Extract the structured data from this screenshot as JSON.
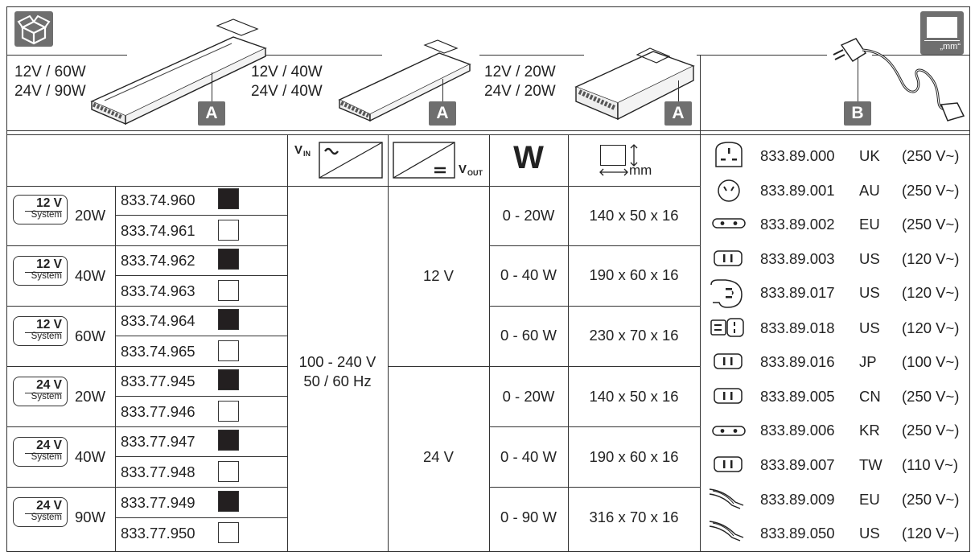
{
  "header": {
    "products": [
      {
        "line1": "12V / 60W",
        "line2": "24V / 90W",
        "letter": "A"
      },
      {
        "line1": "12V / 40W",
        "line2": "24V / 40W",
        "letter": "A"
      },
      {
        "line1": "12V / 20W",
        "line2": "24V / 20W",
        "letter": "A"
      },
      {
        "letter": "B"
      }
    ],
    "mm_badge": "„mm“"
  },
  "columns": {
    "vin": "V",
    "vin_sub": "IN",
    "vout": "V",
    "vout_sub": "OUT",
    "watt": "W",
    "mm": "mm"
  },
  "table": {
    "input": {
      "line1": "100 - 240 V",
      "line2": "50 / 60 Hz"
    },
    "groups": [
      {
        "system_v": "12 V",
        "system": "System",
        "watt": "20W",
        "codes": [
          "833.74.960",
          "833.74.961"
        ]
      },
      {
        "system_v": "12 V",
        "system": "System",
        "watt": "40W",
        "codes": [
          "833.74.962",
          "833.74.963"
        ]
      },
      {
        "system_v": "12 V",
        "system": "System",
        "watt": "60W",
        "codes": [
          "833.74.964",
          "833.74.965"
        ]
      },
      {
        "system_v": "24 V",
        "system": "System",
        "watt": "20W",
        "codes": [
          "833.77.945",
          "833.77.946"
        ]
      },
      {
        "system_v": "24 V",
        "system": "System",
        "watt": "40W",
        "codes": [
          "833.77.947",
          "833.77.948"
        ]
      },
      {
        "system_v": "24 V",
        "system": "System",
        "watt": "90W",
        "codes": [
          "833.77.949",
          "833.77.950"
        ]
      }
    ],
    "vout": [
      "12 V",
      "24 V"
    ],
    "specs": [
      {
        "range": "0 - 20W",
        "dims": "140 x 50 x 16"
      },
      {
        "range": "0 - 40 W",
        "dims": "190 x 60 x 16"
      },
      {
        "range": "0 - 60 W",
        "dims": "230 x 70 x 16"
      },
      {
        "range": "0 - 20W",
        "dims": "140 x 50 x 16"
      },
      {
        "range": "0 - 40 W",
        "dims": "190 x 60 x 16"
      },
      {
        "range": "0 - 90 W",
        "dims": "316 x 70 x 16"
      }
    ]
  },
  "cables": [
    {
      "icon": "uk-plug-icon",
      "code": "833.89.000",
      "region": "UK",
      "voltage": "(250 V~)"
    },
    {
      "icon": "au-plug-icon",
      "code": "833.89.001",
      "region": "AU",
      "voltage": "(250 V~)"
    },
    {
      "icon": "eu-plug-icon",
      "code": "833.89.002",
      "region": "EU",
      "voltage": "(250 V~)"
    },
    {
      "icon": "us-plug-icon",
      "code": "833.89.003",
      "region": "US",
      "voltage": "(120 V~)"
    },
    {
      "icon": "us-grounded-plug-icon",
      "code": "833.89.017",
      "region": "US",
      "voltage": "(120 V~)"
    },
    {
      "icon": "us-side-plug-icon",
      "code": "833.89.018",
      "region": "US",
      "voltage": "(120 V~)"
    },
    {
      "icon": "jp-plug-icon",
      "code": "833.89.016",
      "region": "JP",
      "voltage": "(100 V~)"
    },
    {
      "icon": "cn-plug-icon",
      "code": "833.89.005",
      "region": "CN",
      "voltage": "(250 V~)"
    },
    {
      "icon": "kr-plug-icon",
      "code": "833.89.006",
      "region": "KR",
      "voltage": "(250 V~)"
    },
    {
      "icon": "tw-plug-icon",
      "code": "833.89.007",
      "region": "TW",
      "voltage": "(110 V~)"
    },
    {
      "icon": "bare-wire-icon",
      "code": "833.89.009",
      "region": "EU",
      "voltage": "(250 V~)"
    },
    {
      "icon": "bare-wire-icon",
      "code": "833.89.050",
      "region": "US",
      "voltage": "(120 V~)"
    }
  ],
  "colors": {
    "line": "#333333",
    "dark_swatch": "#231f20",
    "letter_badge": "#6f6f6f",
    "icon_badge": "#6f6f6f"
  }
}
